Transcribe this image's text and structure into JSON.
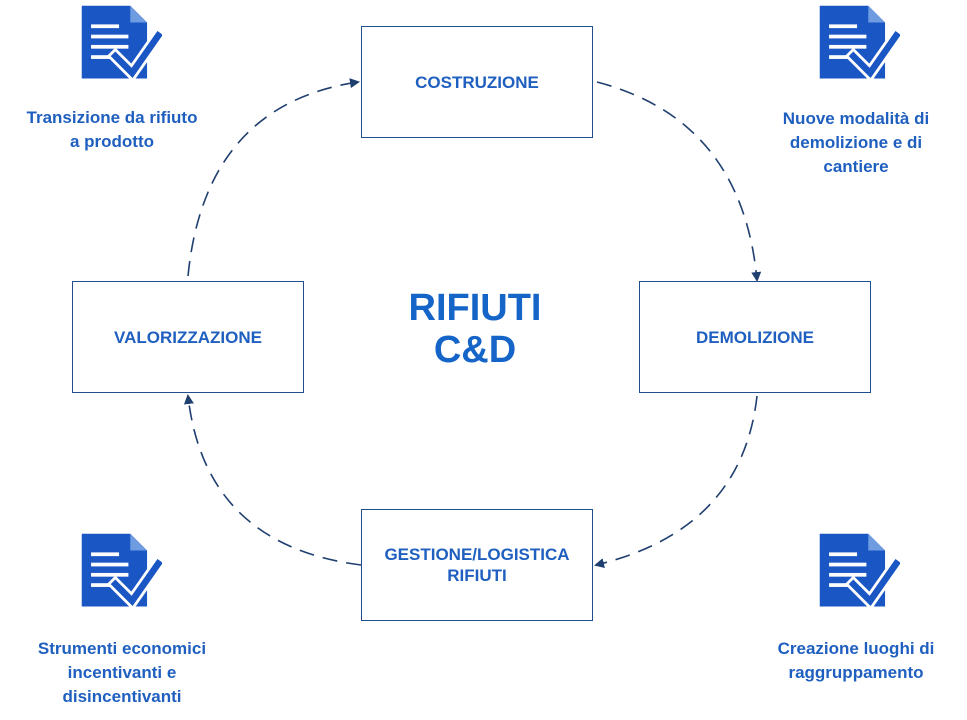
{
  "diagram": {
    "center_title": {
      "line1": "RIFIUTI",
      "line2": "C&D"
    },
    "stages": {
      "costruzione": "COSTRUZIONE",
      "demolizione": "DEMOLIZIONE",
      "gestione": "GESTIONE/LOGISTICA\nRIFIUTI",
      "valorizzazione": "VALORIZZAZIONE"
    },
    "notes": {
      "top_left": "Transizione da rifiuto\na prodotto",
      "top_right": "Nuove modalità di\ndemolizione e di\ncantiere",
      "bottom_left": "Strumenti economici\nincentivanti e\ndisincentivanti",
      "bottom_right": "Creazione luoghi di\nraggruppamento"
    },
    "icon_name": "document-checkmark-icon",
    "colors": {
      "text": "#1f5fbf",
      "title": "#1565c8",
      "box_border": "#1f4e8c",
      "icon": "#1a56c4",
      "arrow": "#1f3f6f"
    }
  }
}
